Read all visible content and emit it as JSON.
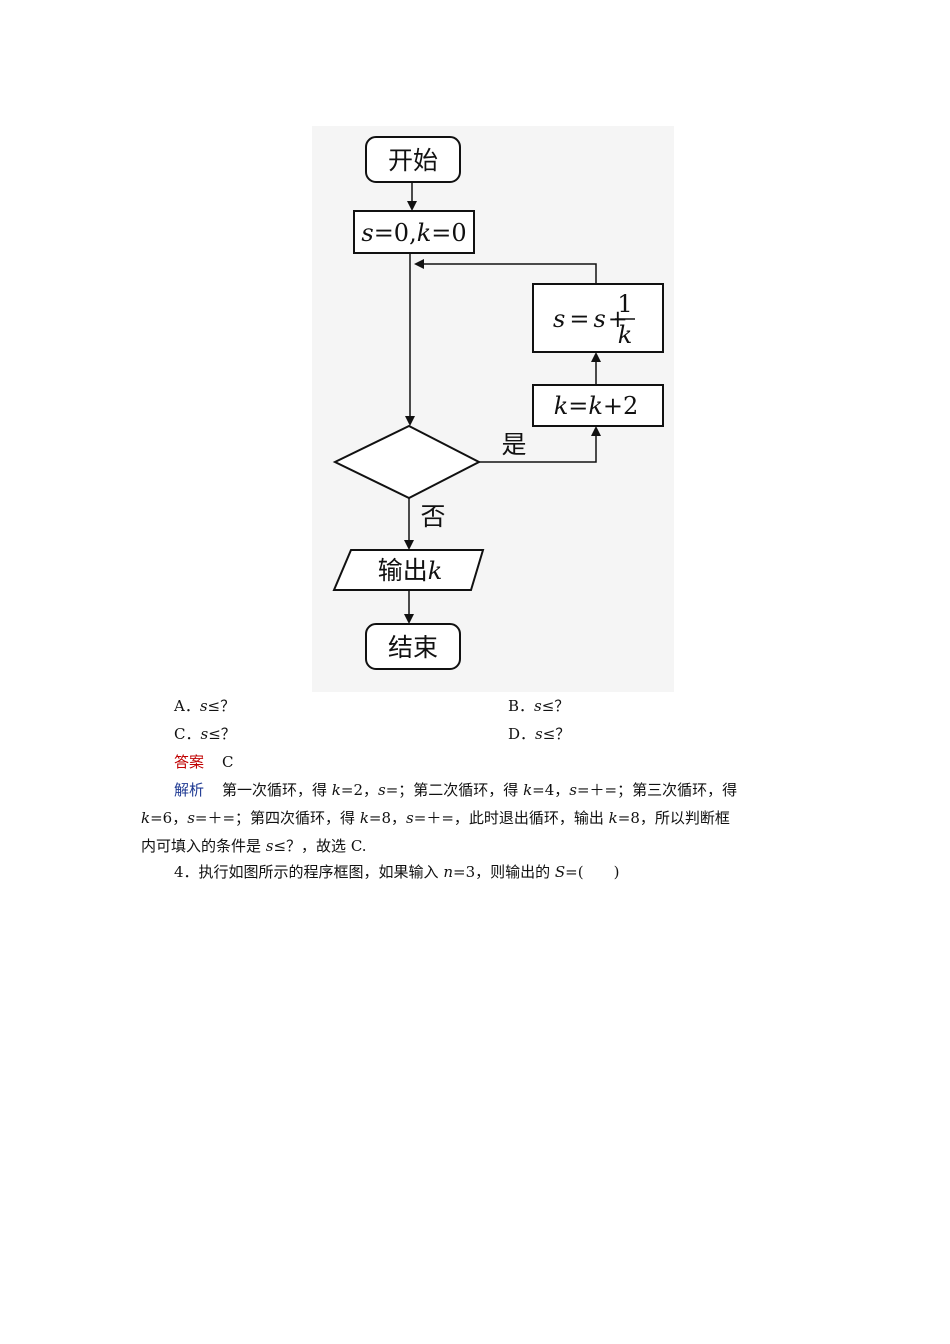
{
  "flowchart": {
    "start": "开始",
    "init_s": "s",
    "init_eq1": "=0,",
    "init_k": "k",
    "init_eq2": "=0",
    "update_s_lhs": "s",
    "update_s_mid": "=",
    "update_s_rhs": "s",
    "update_s_plus": "+",
    "update_s_num": "1",
    "update_s_den": "k",
    "update_k_lhs": "k",
    "update_k_eq": "=",
    "update_k_rhs": "k",
    "update_k_tail": "+2",
    "yes_label": "是",
    "no_label": "否",
    "output_text": "输出",
    "output_var": "k",
    "end": "结束"
  },
  "options": {
    "a_label": "A．",
    "a_var": "s",
    "a_text": "≤？",
    "b_label": "B．",
    "b_var": "s",
    "b_text": "≤？",
    "c_label": "C．",
    "c_var": "s",
    "c_text": "≤？",
    "d_label": "D．",
    "d_var": "s",
    "d_text": "≤？"
  },
  "answer": {
    "label": "答案",
    "value": "C"
  },
  "analysis": {
    "label": "解析",
    "p1": "第一次循环，得 ",
    "p1_k": "k",
    "p1_b": "=2，",
    "p1_s": "s",
    "p1_c": "=；第二次循环，得 ",
    "p1_k2": "k",
    "p1_d": "=4，",
    "p1_s2": "s",
    "p1_e": "=＋=；第三次循环，得",
    "l2_k": "k",
    "l2_a": "=6，",
    "l2_s": "s",
    "l2_b": "=＋=；第四次循环，得 ",
    "l2_k2": "k",
    "l2_c": "=8，",
    "l2_s2": "s",
    "l2_d": "=＋=，此时退出循环，输出 ",
    "l2_k3": "k",
    "l2_e": "=8，所以判断框",
    "l3_a": "内可填入的条件是 ",
    "l3_s": "s",
    "l3_b": "≤？，故选 C."
  },
  "question4": {
    "a": "4．执行如图所示的程序框图，如果输入 ",
    "n": "n",
    "b": "=3，则输出的 ",
    "S": "S",
    "c": "=(　　)"
  }
}
